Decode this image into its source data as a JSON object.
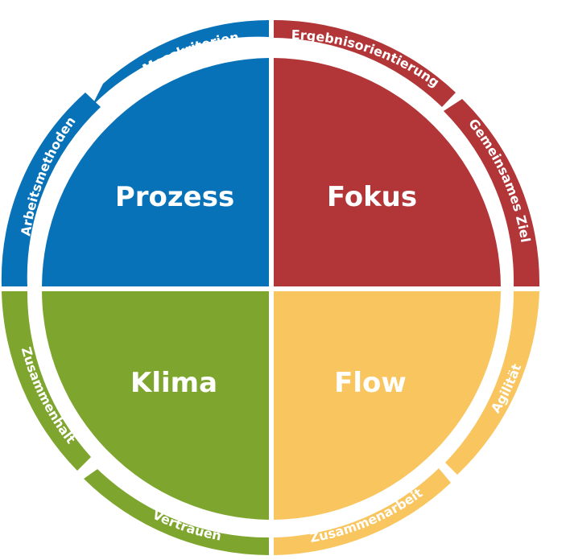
{
  "colors": {
    "blue": "#0872b8",
    "red": "#b23538",
    "green": "#7ea62e",
    "yellow": "#f8c55e"
  },
  "quadrants": {
    "prozess": "Prozess",
    "fokus": "Fokus",
    "klima": "Klima",
    "flow": "Flow"
  },
  "segments": {
    "messkriterien": "Messkriterien",
    "arbeitsmethoden": "Arbeitsmethoden",
    "ergebnisorientierung": "Ergebnisorientierung",
    "gemeinsames_ziel": "Gemeinsames Ziel",
    "zusammenhalt": "Zusammenhalt",
    "vertrauen": "Vertrauen",
    "agilitaet": "Agilität",
    "zusammenarbeit": "Zusammenarbeit"
  }
}
